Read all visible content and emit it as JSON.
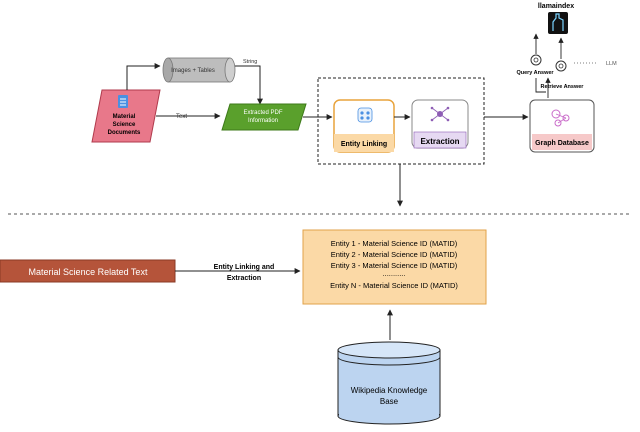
{
  "colors": {
    "doc_fill": "#e8788a",
    "extracted_fill": "#5aa02c",
    "cylinder_fill": "#bdbdbd",
    "linking_border": "#e8a33c",
    "extraction_fill": "#e6d9f2",
    "graph_fill": "#f6c9c9",
    "matid_fill": "#fbd9a6",
    "text_box_fill": "#b5543a",
    "wiki_fill": "#bcd4f0",
    "wiki_top": "#d6e6f8"
  },
  "top": {
    "documents": {
      "line1": "Material",
      "line2": "Science",
      "line3": "Documents",
      "icon": "document-icon"
    },
    "images_tables": "Images + Tables",
    "string_label": "String",
    "text_label": "Text",
    "extracted": {
      "line1": "Extracted PDF",
      "line2": "Information"
    },
    "entity_linking": {
      "label": "Entity Linking",
      "icon": "network-icon"
    },
    "extraction": {
      "label": "Extraction",
      "icon": "nodes-icon"
    },
    "graph_db": {
      "label": "Graph Database",
      "icon": "graph-icon"
    },
    "llamaindex": {
      "label": "llamaindex",
      "icon": "llama-icon"
    },
    "query_answer": "Query Answer",
    "retrieve_answer": "Retrieve Answer",
    "llm_label": "LLM"
  },
  "bottom": {
    "text_box": "Material Science Related Text",
    "arrow_label": {
      "line1": "Entity Linking and",
      "line2": "Extraction"
    },
    "matid_lines": [
      "Entity 1 - Material Science ID (MATID)",
      "Entity 2 - Material Science ID (MATID)",
      "Entity 3 - Material Science ID (MATID)",
      "...........",
      "Entity N - Material Science ID (MATID)"
    ],
    "wiki": {
      "line1": "Wikipedia Knowledge",
      "line2": "Base"
    }
  }
}
